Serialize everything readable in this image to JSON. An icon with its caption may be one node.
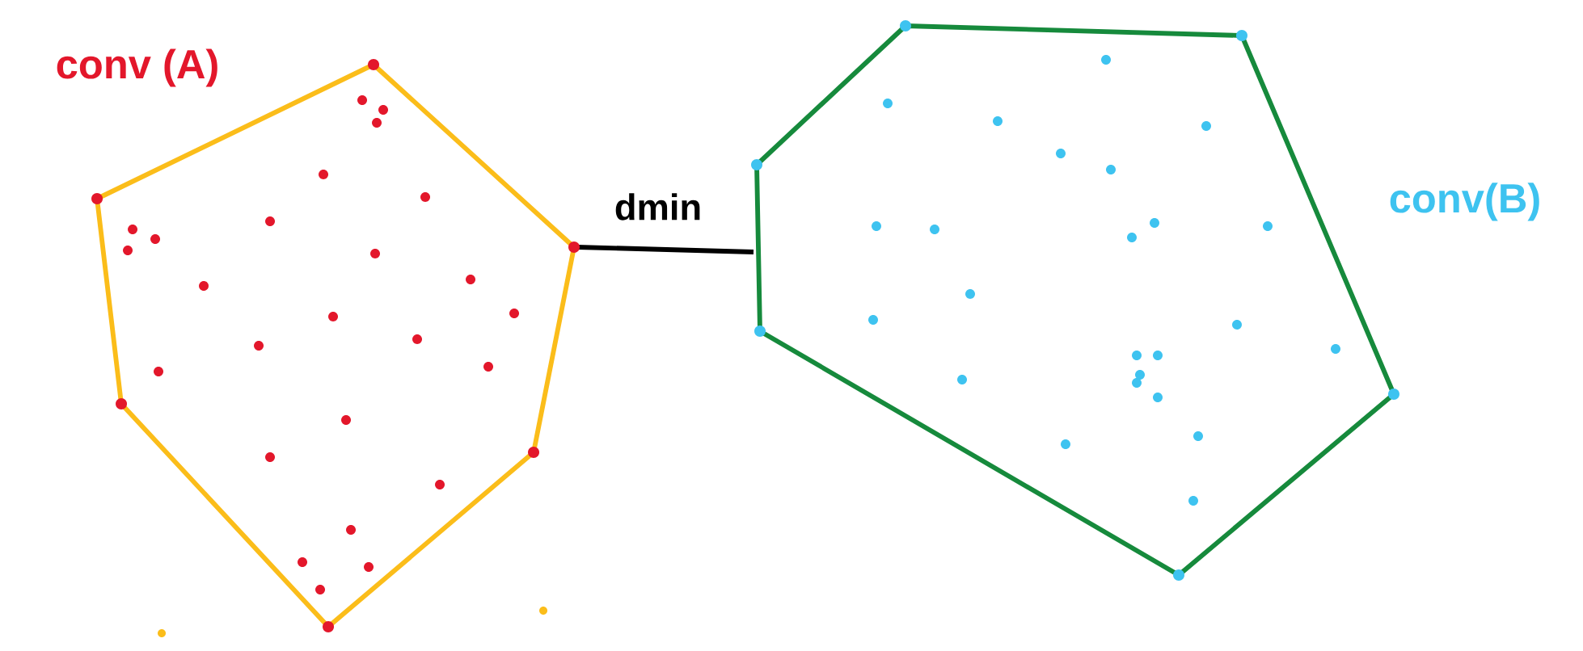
{
  "diagram": {
    "nodes": [
      {
        "text": [
          "conv (A)"
        ]
      },
      {
        "text": [
          "conv(B)"
        ]
      }
    ],
    "labels": [
      "dmin"
    ]
  }
}
